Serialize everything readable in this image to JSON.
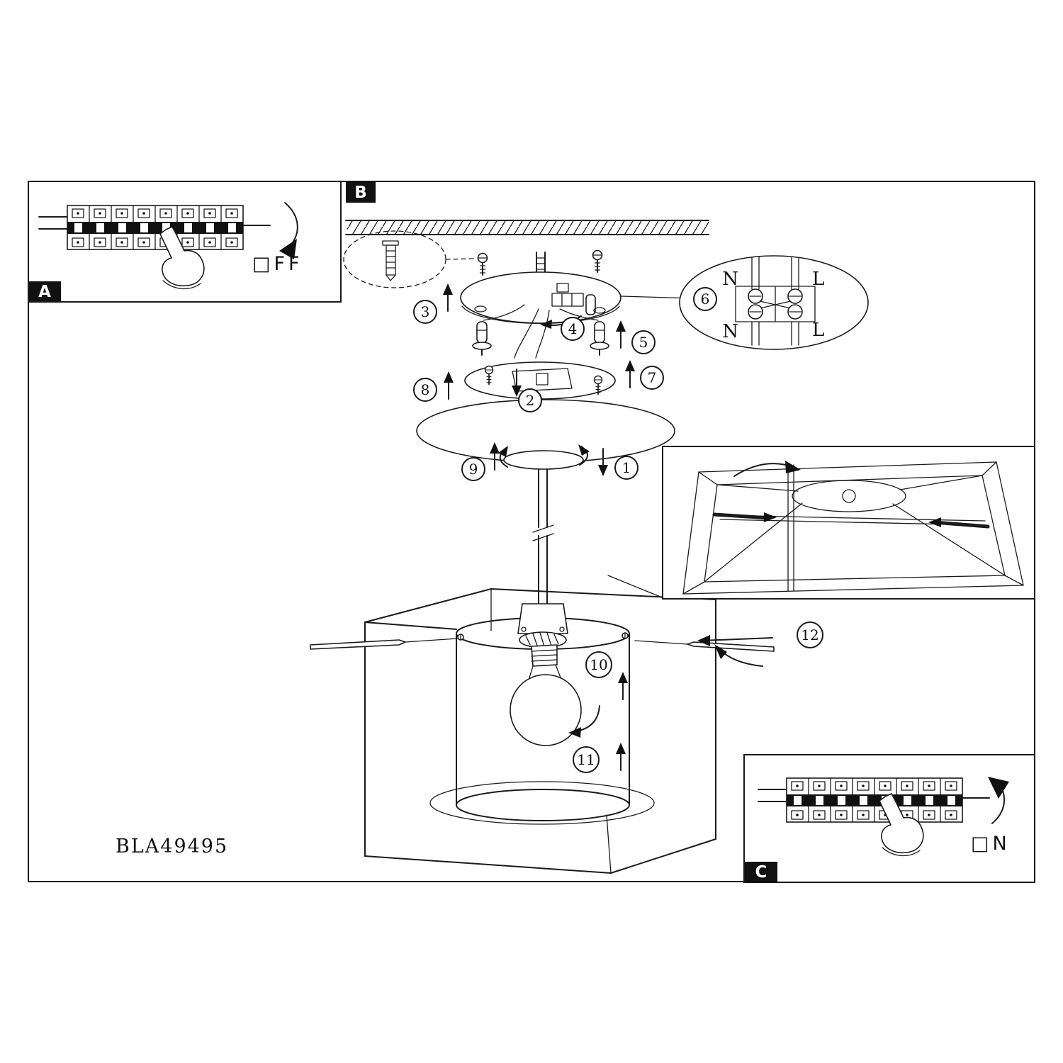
{
  "document": {
    "model_number": "BLA49495"
  },
  "panels": {
    "a": {
      "label": "A",
      "switch_text": "□FF"
    },
    "b": {
      "label": "B"
    },
    "c": {
      "label": "C",
      "switch_text": "□N"
    }
  },
  "terminal_block": {
    "top_left": "N",
    "top_right": "L",
    "bottom_left": "N",
    "bottom_right": "L"
  },
  "steps": [
    "1",
    "2",
    "3",
    "4",
    "5",
    "6",
    "7",
    "8",
    "9",
    "10",
    "11",
    "12"
  ]
}
